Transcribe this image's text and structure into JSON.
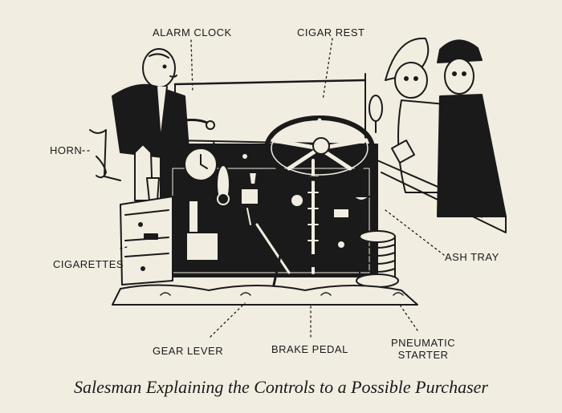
{
  "labels": {
    "alarm_clock": "ALARM CLOCK",
    "cigar_rest": "CIGAR REST",
    "horn": "HORN",
    "cigarettes": "CIGARETTES",
    "ash_tray": "ASH TRAY",
    "gear_lever": "GEAR LEVER",
    "brake_pedal": "BRAKE PEDAL",
    "pneumatic_starter_line1": "PNEUMATIC",
    "pneumatic_starter_line2": "STARTER"
  },
  "caption": "Salesman Explaining the Controls to a Possible Purchaser",
  "colors": {
    "ink": "#1a1a1a",
    "paper": "#f1ede1"
  }
}
